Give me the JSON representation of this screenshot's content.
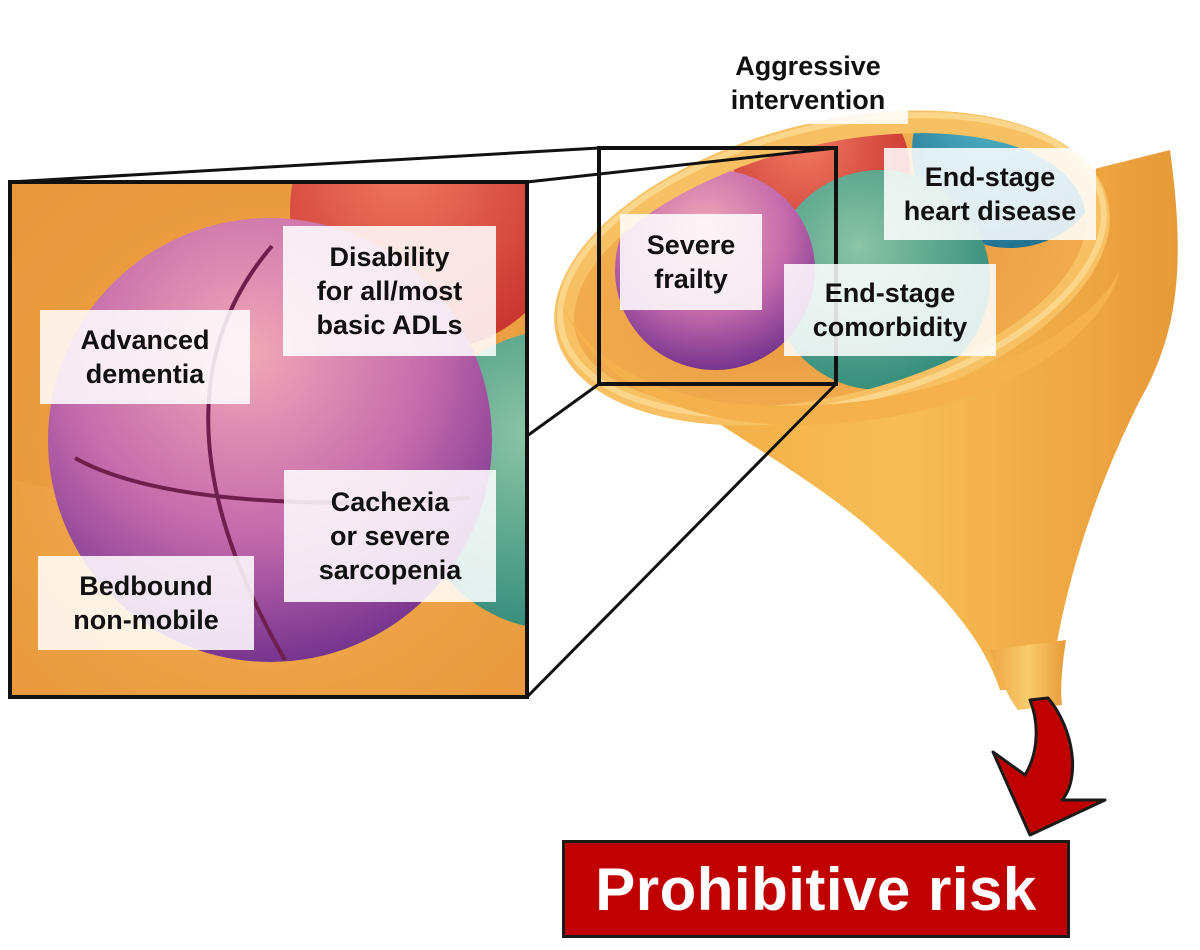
{
  "colors": {
    "funnel": "#f5b448",
    "funnel_inner": "#eea041",
    "red_ball": "#d9473c",
    "blue_ball": "#2f8aa6",
    "green_ball": "#5aa88c",
    "frailty_ball": "#b55ba6",
    "arrow": "#c00000",
    "result_box": "#c00000",
    "outline": "#111111"
  },
  "funnel_labels": {
    "aggressive": [
      "Aggressive",
      "intervention"
    ],
    "heart": [
      "End-stage",
      "heart disease"
    ],
    "frailty": [
      "Severe",
      "frailty"
    ],
    "comorbidity": [
      "End-stage",
      "comorbidity"
    ]
  },
  "zoom_labels": {
    "disability": [
      "Disability",
      "for all/most",
      "basic ADLs"
    ],
    "dementia": [
      "Advanced",
      "dementia"
    ],
    "cachexia": [
      "Cachexia",
      "or severe",
      "sarcopenia"
    ],
    "bedbound": [
      "Bedbound",
      "non-mobile"
    ]
  },
  "result": {
    "label": "Prohibitive risk"
  }
}
